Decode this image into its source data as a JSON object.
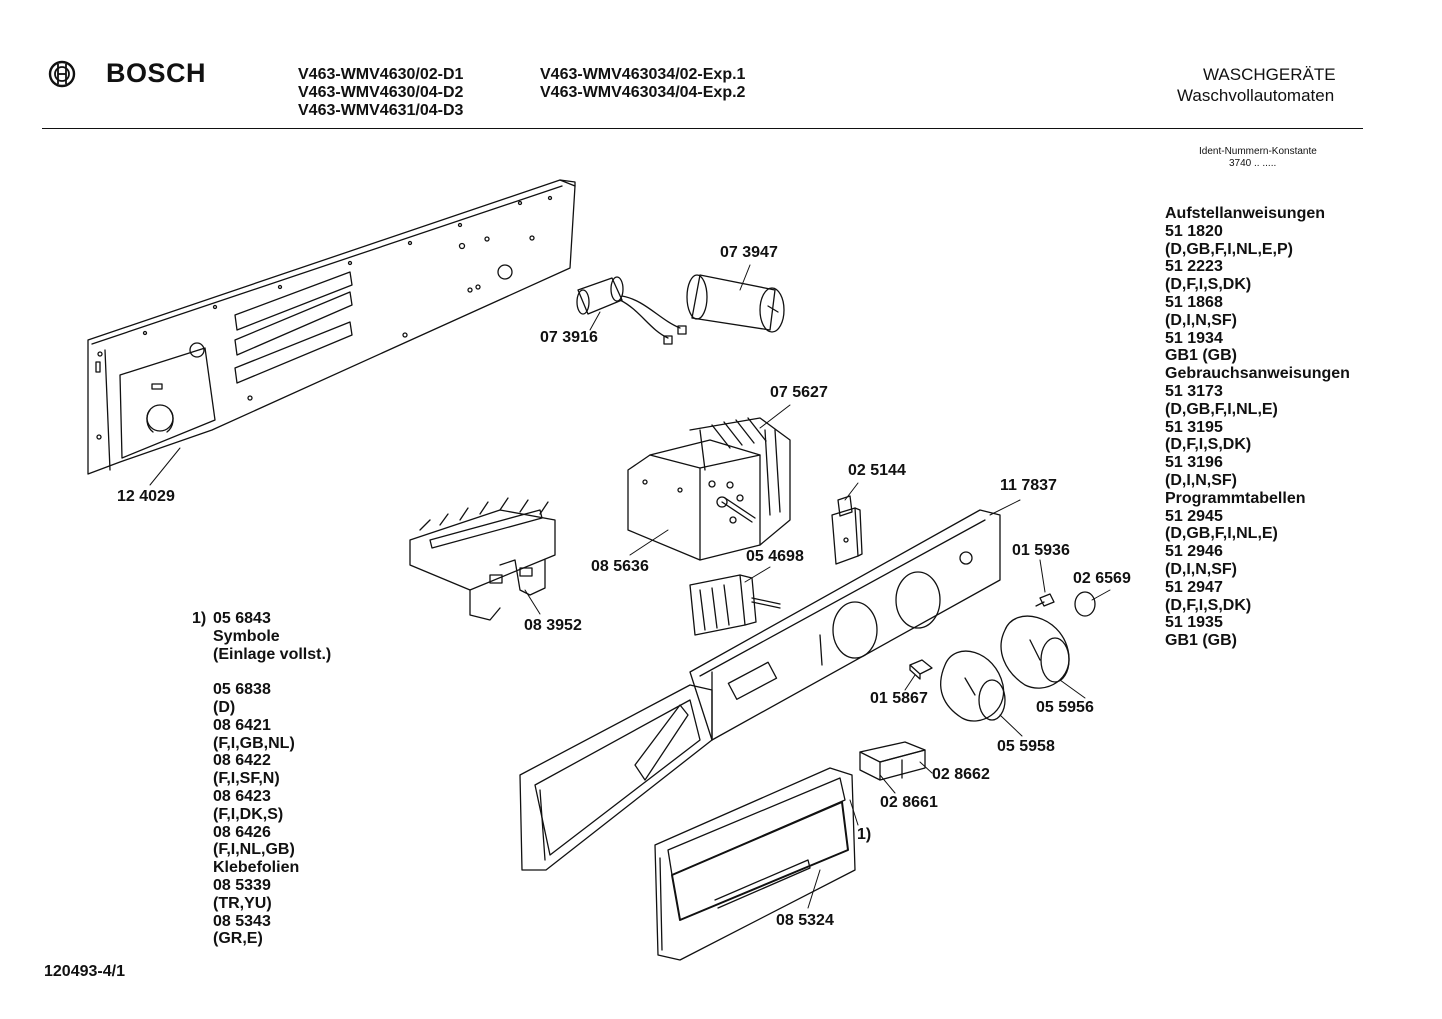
{
  "header": {
    "brand": "BOSCH",
    "models_col1": [
      "V463-WMV4630/02-D1",
      "V463-WMV4630/04-D2",
      "V463-WMV4631/04-D3"
    ],
    "models_col2": [
      "V463-WMV463034/02-Exp.1",
      "V463-WMV463034/04-Exp.2"
    ],
    "category": "WASCHGERÄTE",
    "subcategory": "Waschvollautomaten"
  },
  "ident": {
    "title": "Ident-Nummern-Konstante",
    "value": "3740  ..  ....."
  },
  "documents": [
    "Aufstellanweisungen",
    "51 1820",
    "(D,GB,F,I,NL,E,P)",
    "51 2223",
    "(D,F,I,S,DK)",
    "51 1868",
    "(D,I,N,SF)",
    "51 1934",
    "GB1 (GB)",
    "Gebrauchsanweisungen",
    "51 3173",
    "(D,GB,F,I,NL,E)",
    "51 3195",
    "(D,F,I,S,DK)",
    "51 3196",
    "(D,I,N,SF)",
    "Programmtabellen",
    "51 2945",
    "(D,GB,F,I,NL,E)",
    "51 2946",
    "(D,I,N,SF)",
    "51 2947",
    "(D,F,I,S,DK)",
    "51 1935",
    "GB1 (GB)"
  ],
  "foils": {
    "marker": "1)",
    "lines": [
      "05 6843",
      "Symbole",
      "(Einlage vollst.)",
      "",
      "05 6838",
      "(D)",
      "08 6421",
      "(F,I,GB,NL)",
      "08 6422",
      "(F,I,SF,N)",
      "08 6423",
      "(F,I,DK,S)",
      "08 6426",
      "(F,I,NL,GB)",
      "Klebefolien",
      "08 5339",
      "(TR,YU)",
      "08 5343",
      "(GR,E)"
    ]
  },
  "parts": {
    "p124029": "12 4029",
    "p073916": "07 3916",
    "p073947": "07 3947",
    "p075627": "07 5627",
    "p083952": "08 3952",
    "p085636": "08 5636",
    "p025144": "02 5144",
    "p054698": "05 4698",
    "p117837": "11 7837",
    "p015936": "01 5936",
    "p026569": "02 6569",
    "p015867": "01 5867",
    "p055956": "05 5956",
    "p055958": "05 5958",
    "p028662": "02 8662",
    "p028661": "02 8661",
    "p085324": "08 5324",
    "marker1": "1)"
  },
  "footer": {
    "drawing_number": "120493-4/1"
  }
}
